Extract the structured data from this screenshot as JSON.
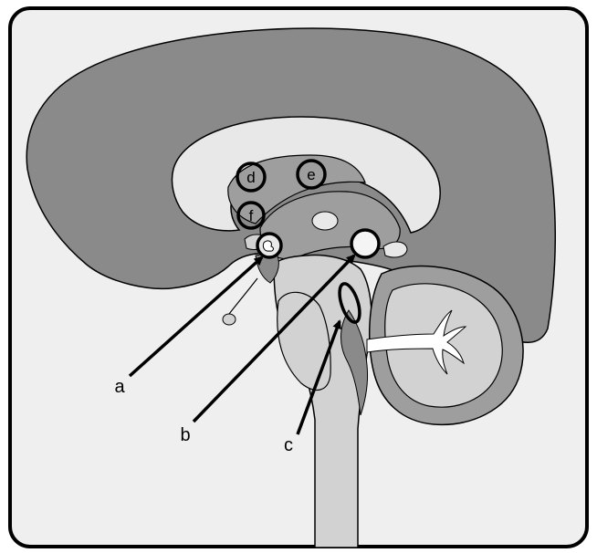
{
  "labels": {
    "a": "a",
    "b": "b",
    "c": "c",
    "d": "d",
    "e": "e",
    "f": "f"
  },
  "colors": {
    "frame": "#000000",
    "background": "#efefef",
    "cortex": "#8a8a8a",
    "mid_gray": "#9e9e9e",
    "light_gray": "#d2d2d2",
    "white_matter": "#e8e8e8",
    "outline": "#000000"
  }
}
